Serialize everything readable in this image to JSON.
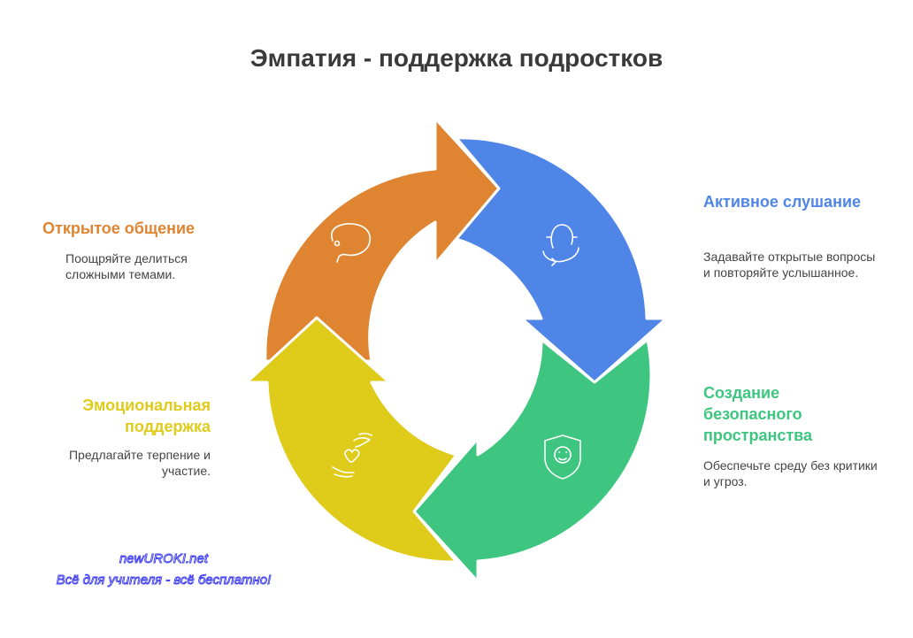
{
  "title": "Эмпатия - поддержка подростков",
  "colors": {
    "orange": "#df8431",
    "blue": "#4f85e6",
    "green": "#3ec680",
    "yellow": "#dfcb1a"
  },
  "steps": [
    {
      "title": "Открытое общение",
      "desc": "Поощряйте делиться сложными темами.",
      "icon": "speech-bubble-icon",
      "color": "#df8431"
    },
    {
      "title": "Активное слушание",
      "desc": "Задавайте открытые вопросы и повторяйте услышанное.",
      "icon": "listening-head-icon",
      "color": "#4f85e6"
    },
    {
      "title": "Создание безопасного пространства",
      "desc": "Обеспечьте среду без критики и угроз.",
      "icon": "shield-face-icon",
      "color": "#3ec680"
    },
    {
      "title": "Эмоциональная поддержка",
      "desc": "Предлагайте терпение и участие.",
      "icon": "hands-heart-icon",
      "color": "#dfcb1a"
    }
  ],
  "watermark": {
    "site": "newUROKI.net",
    "slogan": "Всё для учителя - всё бесплатно!"
  }
}
